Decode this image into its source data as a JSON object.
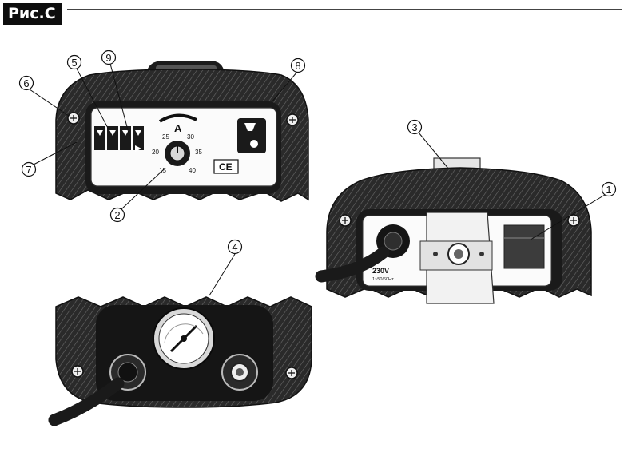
{
  "figure": {
    "title": "Рис.С"
  },
  "callouts": [
    {
      "id": "1",
      "label": "1"
    },
    {
      "id": "2",
      "label": "2"
    },
    {
      "id": "3",
      "label": "3"
    },
    {
      "id": "4",
      "label": "4"
    },
    {
      "id": "5",
      "label": "5"
    },
    {
      "id": "6",
      "label": "6"
    },
    {
      "id": "7",
      "label": "7"
    },
    {
      "id": "8",
      "label": "8"
    },
    {
      "id": "9",
      "label": "9"
    }
  ],
  "front_panel": {
    "ampere_unit": "A",
    "scale_ticks": [
      "15",
      "20",
      "25",
      "30",
      "35",
      "40"
    ],
    "ce_mark": "CE"
  },
  "rear_panel": {
    "voltage_label": "230V",
    "voltage_sublabel": "1~50/60Hz"
  },
  "icons": {
    "torch_icon": "torch-icon",
    "gauge_icon": "pressure-gauge-icon"
  }
}
